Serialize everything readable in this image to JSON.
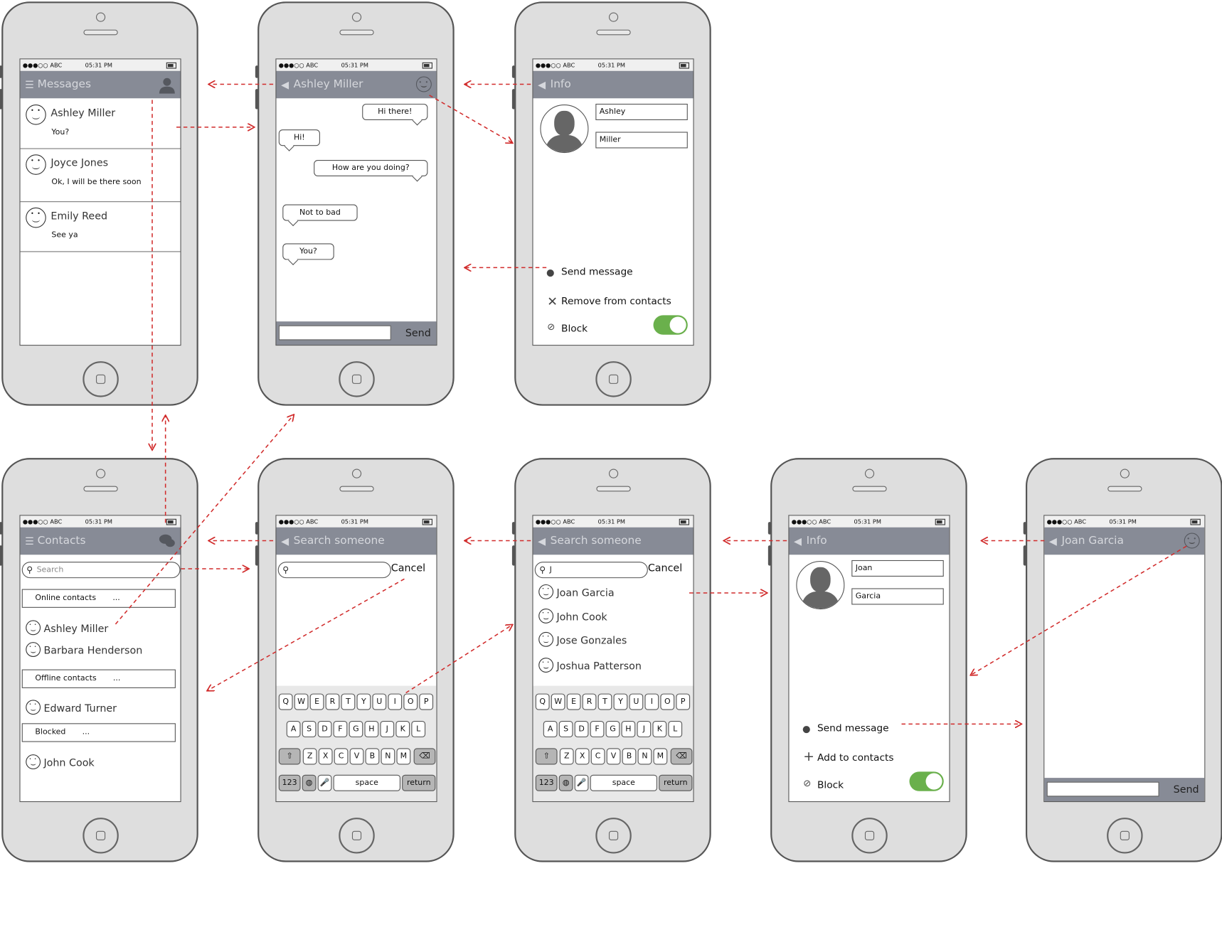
{
  "status": {
    "carrier": "●●●○○ ABC",
    "time": "05:31 PM"
  },
  "colors": {
    "navbar": "#878b96",
    "toggle": "#6ab04c",
    "arrow": "#d12b2b"
  },
  "messages_screen": {
    "title": "Messages",
    "rows": [
      {
        "name": "Ashley Miller",
        "preview": "You?"
      },
      {
        "name": "Joyce Jones",
        "preview": "Ok, I will be there soon"
      },
      {
        "name": "Emily Reed",
        "preview": "See ya"
      }
    ]
  },
  "chat_screen": {
    "title": "Ashley Miller",
    "bubbles": [
      "Hi there!",
      "Hi!",
      "How are you doing?",
      "Not to bad",
      "You?"
    ],
    "send_label": "Send"
  },
  "info_screen": {
    "title": "Info",
    "first_name": "Ashley",
    "last_name": "Miller",
    "send_message": "Send message",
    "remove_contact": "Remove from contacts",
    "block": "Block"
  },
  "contacts_screen": {
    "title": "Contacts",
    "search_placeholder": "Search",
    "online_section": "Online contacts",
    "offline_section": "Offline contacts",
    "blocked_section": "Blocked",
    "ellipsis": "...",
    "online": [
      "Ashley Miller",
      "Barbara Henderson"
    ],
    "offline": [
      "Edward Turner"
    ],
    "blocked": [
      "John Cook"
    ]
  },
  "search_screen": {
    "title": "Search someone",
    "cancel": "Cancel"
  },
  "search_results_screen": {
    "title": "Search someone",
    "query": "J",
    "cancel": "Cancel",
    "results": [
      "Joan Garcia",
      "John Cook",
      "Jose Gonzales",
      "Joshua Patterson"
    ]
  },
  "keyboard": {
    "row1": [
      "Q",
      "W",
      "E",
      "R",
      "T",
      "Y",
      "U",
      "I",
      "O",
      "P"
    ],
    "row2": [
      "A",
      "S",
      "D",
      "F",
      "G",
      "H",
      "J",
      "K",
      "L"
    ],
    "row3": [
      "Z",
      "X",
      "C",
      "V",
      "B",
      "N",
      "M"
    ],
    "numbers": "123",
    "space": "space",
    "return": "return"
  },
  "info2_screen": {
    "title": "Info",
    "first_name": "Joan",
    "last_name": "Garcia",
    "send_message": "Send message",
    "add_contact": "Add to contacts",
    "block": "Block"
  },
  "chat2_screen": {
    "title": "Joan Garcia",
    "send_label": "Send"
  }
}
